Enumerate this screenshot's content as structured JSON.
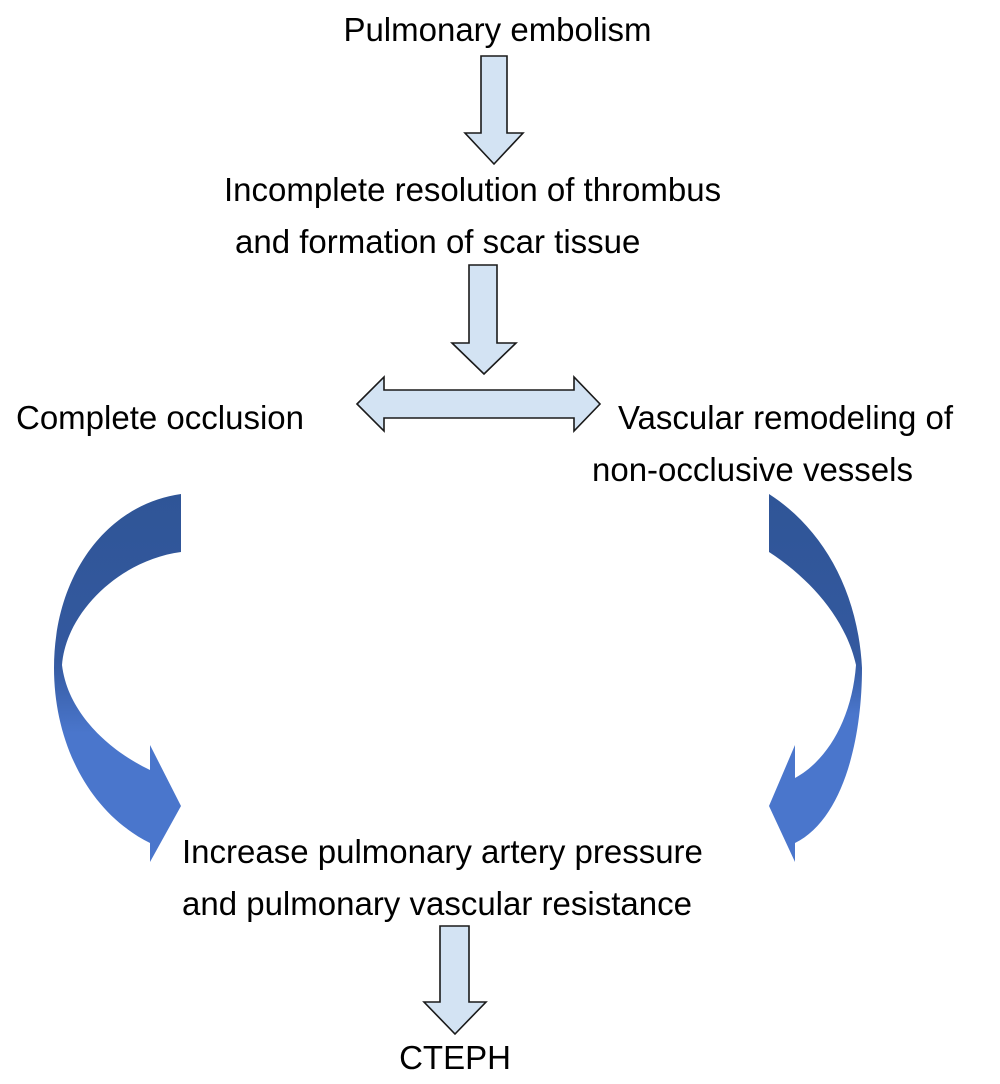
{
  "nodes": {
    "pulmonary_embolism": [
      "Pulmonary embolism"
    ],
    "incomplete_resolution": [
      "Incomplete resolution of thrombus",
      "and formation of scar tissue"
    ],
    "complete_occlusion": [
      "Complete occlusion"
    ],
    "vascular_remodeling": [
      "Vascular remodeling of",
      "non-occlusive vessels"
    ],
    "increase_pressure": [
      "Increase pulmonary artery pressure",
      "and pulmonary vascular resistance"
    ],
    "cteph": [
      "CTEPH"
    ]
  },
  "colors": {
    "arrow_fill": "#d3e3f3",
    "arrow_stroke": "#1a1a1a",
    "curved_arrow_dark": "#2f5597",
    "curved_arrow_light": "#4a76cc",
    "text": "#000000"
  }
}
